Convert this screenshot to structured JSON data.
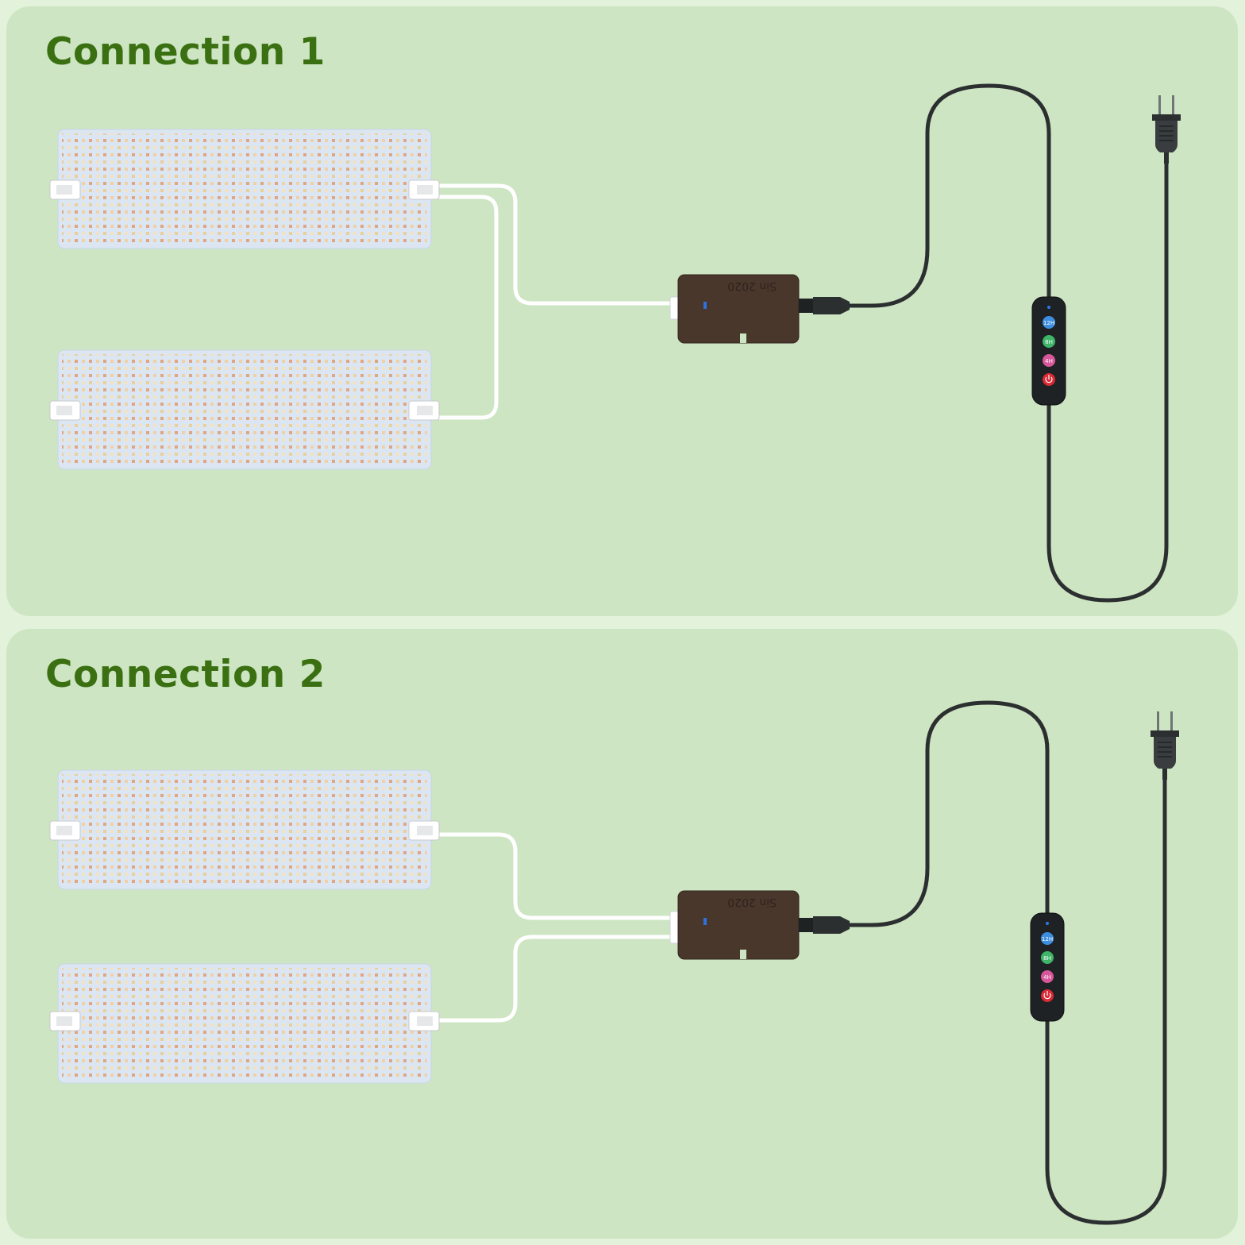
{
  "panels": [
    {
      "title": "Connection 1",
      "adapter_text": "Sin 2020",
      "timer_buttons": [
        "12H",
        "8H",
        "4H"
      ]
    },
    {
      "title": "Connection 2",
      "adapter_text": "Sin 2020",
      "timer_buttons": [
        "12H",
        "8H",
        "4H"
      ]
    }
  ],
  "colors": {
    "background": "#e3f2da",
    "panel": "#cde5c3",
    "title": "#3b7012",
    "board": "#dce6f2",
    "cable_white": "#ffffff",
    "cable_black": "#2c2f30",
    "adapter": "#4a372c",
    "btn_12h": "#3d8ee0",
    "btn_8h": "#3fb56a",
    "btn_4h": "#d8569a",
    "btn_power": "#d92a35"
  },
  "icons": [
    "plug-icon",
    "power-icon"
  ]
}
